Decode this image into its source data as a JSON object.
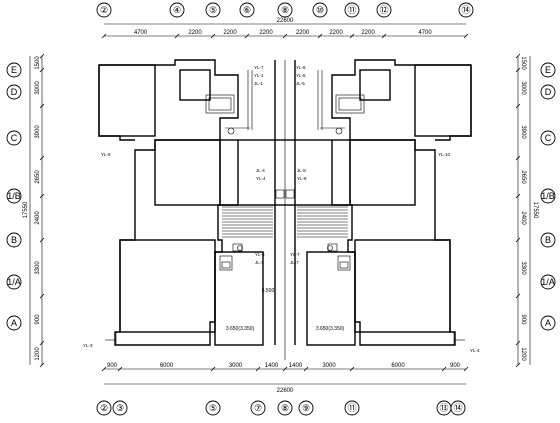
{
  "axes_top": [
    "②",
    "④",
    "⑤",
    "⑥",
    "⑧",
    "⑩",
    "⑪",
    "⑫",
    "⑭"
  ],
  "axes_bottom": [
    "②",
    "③",
    "⑤",
    "⑦",
    "⑧",
    "⑨",
    "⑪",
    "⑬",
    "⑭"
  ],
  "axes_left": [
    "E",
    "D",
    "C",
    "1/B",
    "B",
    "1/A",
    "A"
  ],
  "axes_right": [
    "E",
    "D",
    "C",
    "1/B",
    "B",
    "1/A",
    "A"
  ],
  "dims_top": [
    "4700",
    "2200",
    "2200",
    "2200",
    "2200",
    "2200",
    "2200",
    "4700"
  ],
  "overall_top": "22600",
  "dims_bottom": [
    "900",
    "6000",
    "3000",
    "1400",
    "1400",
    "3000",
    "6000",
    "900"
  ],
  "overall_bottom": "22600",
  "dims_left": [
    "1500",
    "3000",
    "3900",
    "2650",
    "2400",
    "3300",
    "900",
    "1200"
  ],
  "total_left": "17550",
  "dims_right": [
    "1500",
    "3000",
    "3900",
    "2650",
    "2400",
    "3300",
    "900",
    "1200"
  ],
  "total_right": "17550",
  "tags": {
    "yl7_top": "YL-7",
    "yl1": "YL-1",
    "jl1": "JL-1",
    "yl6_top": "YL-6",
    "yl5": "YL-5",
    "jl5": "JL-5",
    "yl9": "YL-9",
    "yl10": "YL-10",
    "jl4": "JL-4",
    "yl4": "YL-4",
    "jl8": "JL-8",
    "yl8": "YL-8",
    "yl3": "YL-3",
    "jl3": "JL-3",
    "yl7_mid": "YL-7",
    "jl7": "JL-7",
    "yl3_bottom": "YL-3",
    "yl4_right": "YL-4"
  },
  "labels": {
    "elev_stair": "5.500",
    "elev_left": "3.650(3.350)",
    "elev_right": "3.650(3.350)"
  }
}
